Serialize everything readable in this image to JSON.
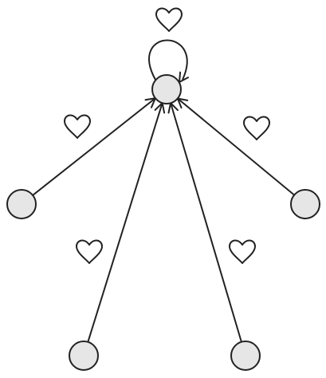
{
  "diagram": {
    "type": "directed-graph",
    "colors": {
      "node_fill": "#e6e6e6",
      "stroke": "#222222",
      "background": "#ffffff"
    },
    "nodes": [
      {
        "id": "center"
      },
      {
        "id": "left"
      },
      {
        "id": "right"
      },
      {
        "id": "bottom-left"
      },
      {
        "id": "bottom-right"
      }
    ],
    "edges": [
      {
        "from": "center",
        "to": "center",
        "kind": "self-loop",
        "icon": "heart-icon"
      },
      {
        "from": "left",
        "to": "center",
        "icon": "heart-icon"
      },
      {
        "from": "right",
        "to": "center",
        "icon": "heart-icon"
      },
      {
        "from": "bottom-left",
        "to": "center",
        "icon": "heart-icon"
      },
      {
        "from": "bottom-right",
        "to": "center",
        "icon": "heart-icon"
      }
    ]
  }
}
